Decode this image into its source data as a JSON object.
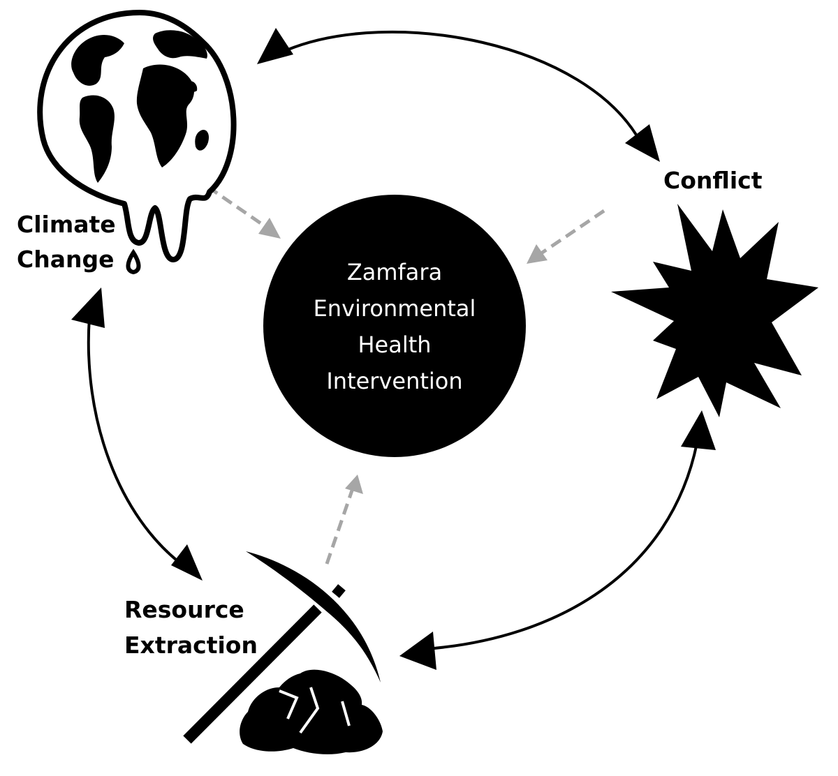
{
  "center": {
    "lines": [
      "Zamfara",
      "Environmental",
      "Health",
      "Intervention"
    ]
  },
  "nodes": {
    "climate": {
      "lines": [
        "Climate",
        "Change"
      ],
      "icon": "melting-globe-icon"
    },
    "conflict": {
      "lines": [
        "Conflict"
      ],
      "icon": "explosion-icon"
    },
    "resource": {
      "lines": [
        "Resource",
        "Extraction"
      ],
      "icon": "pickaxe-icon"
    }
  },
  "colors": {
    "ink": "#000000",
    "dashed_arrow": "#a6a6a6",
    "center_text": "#ffffff"
  }
}
